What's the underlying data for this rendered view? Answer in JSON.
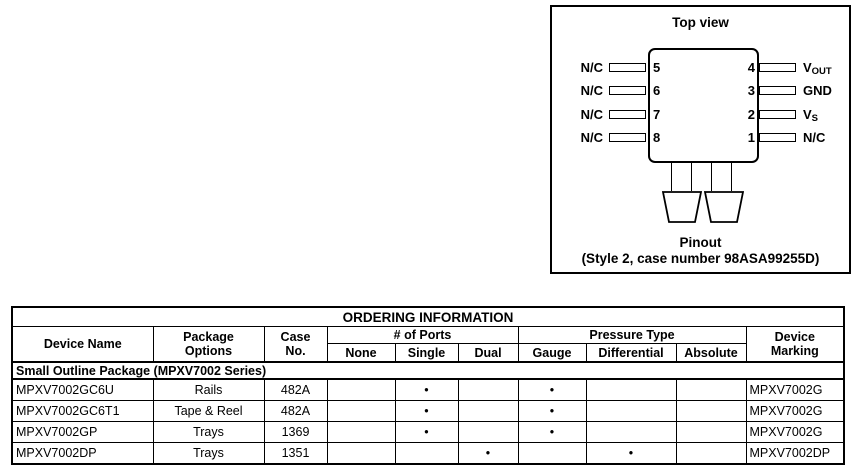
{
  "pinout": {
    "title": "Top view",
    "caption_line1": "Pinout",
    "caption_line2": "(Style 2, case number 98ASA99255D)",
    "left_pins": [
      {
        "label": "N/C",
        "number": "5"
      },
      {
        "label": "N/C",
        "number": "6"
      },
      {
        "label": "N/C",
        "number": "7"
      },
      {
        "label": "N/C",
        "number": "8"
      }
    ],
    "right_pins": [
      {
        "number": "4",
        "label": "V",
        "label_sub": "OUT"
      },
      {
        "number": "3",
        "label": "GND",
        "label_sub": ""
      },
      {
        "number": "2",
        "label": "V",
        "label_sub": "S"
      },
      {
        "number": "1",
        "label": "N/C",
        "label_sub": ""
      }
    ]
  },
  "ordering_table": {
    "title": "ORDERING INFORMATION",
    "headers": {
      "device_name": "Device Name",
      "package_options": "Package\nOptions",
      "case_no": "Case\nNo.",
      "ports_group": "# of Ports",
      "ports": [
        "None",
        "Single",
        "Dual"
      ],
      "pressure_group": "Pressure Type",
      "pressure": [
        "Gauge",
        "Differential",
        "Absolute"
      ],
      "device_marking": "Device\nMarking"
    },
    "section_header": "Small Outline Package (MPXV7002 Series)",
    "rows": [
      {
        "cells": [
          "MPXV7002GC6U",
          "Rails",
          "482A",
          "",
          "•",
          "",
          "•",
          "",
          "",
          "MPXV7002G"
        ]
      },
      {
        "cells": [
          "MPXV7002GC6T1",
          "Tape & Reel",
          "482A",
          "",
          "•",
          "",
          "•",
          "",
          "",
          "MPXV7002G"
        ]
      },
      {
        "cells": [
          "MPXV7002GP",
          "Trays",
          "1369",
          "",
          "•",
          "",
          "•",
          "",
          "",
          "MPXV7002G"
        ]
      },
      {
        "cells": [
          "MPXV7002DP",
          "Trays",
          "1351",
          "",
          "",
          "•",
          "",
          "•",
          "",
          "MPXV7002DP"
        ]
      }
    ]
  }
}
